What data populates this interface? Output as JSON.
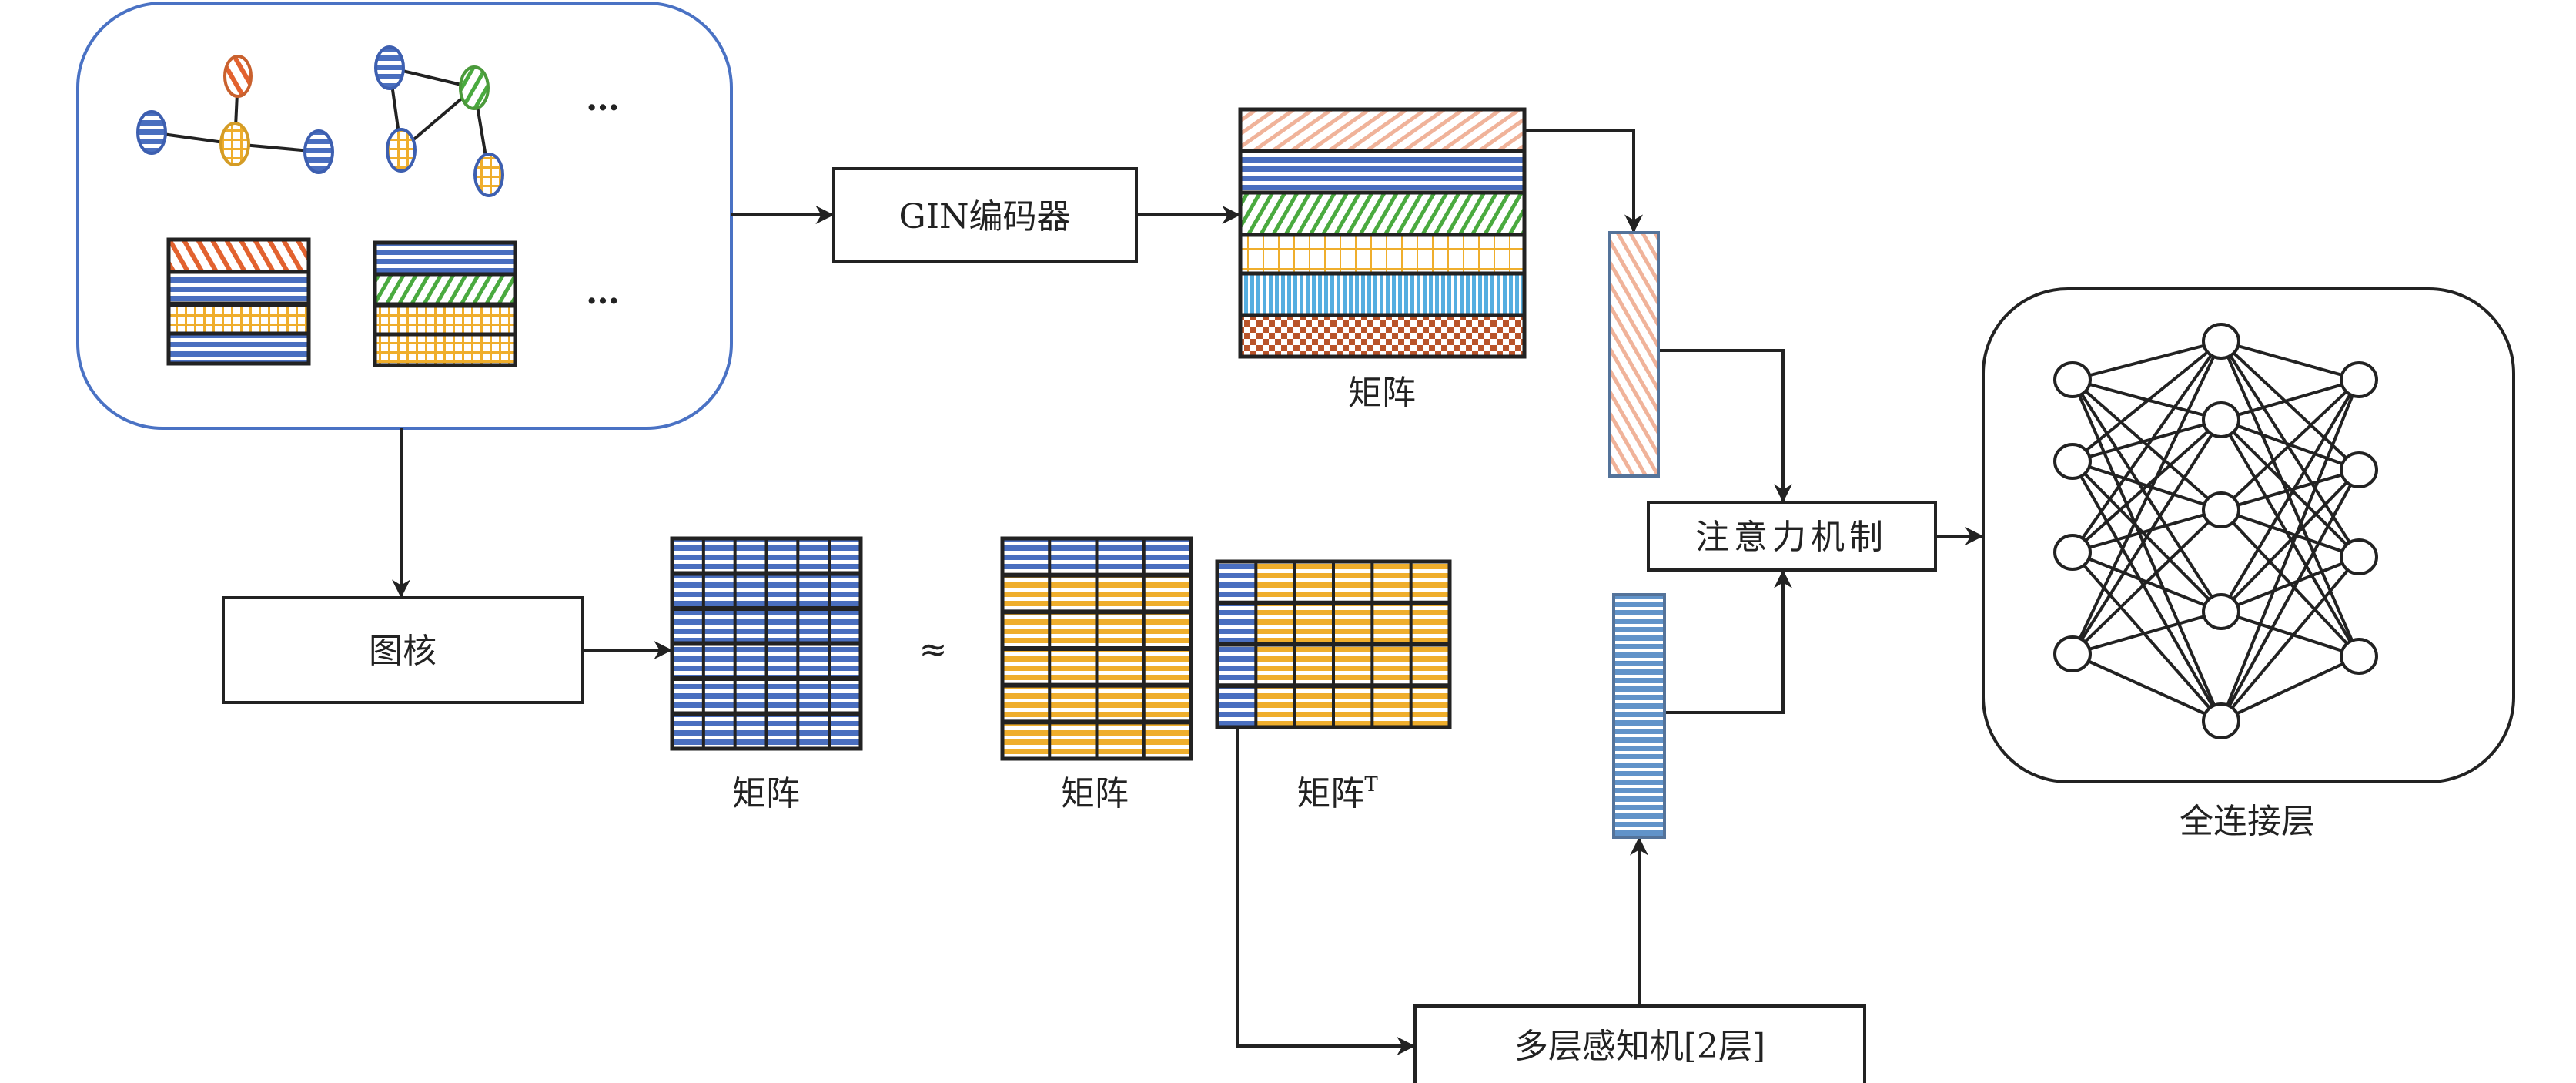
{
  "colors": {
    "blue": "#4a6fbf",
    "blue_light": "#6193c9",
    "yellow": "#efae2c",
    "orange": "#e2622f",
    "salmon": "#f0b39a",
    "green": "#4aaa3f",
    "green_dark": "#3fb04a",
    "sky": "#55aee0",
    "brick": "#b9542a",
    "frame_blue": "#4a72c4",
    "line": "#222222"
  },
  "input_panel": {
    "ellipsis_top": "…",
    "ellipsis_bottom": "…"
  },
  "gin_encoder": {
    "label": "GIN编码器"
  },
  "encoder_matrix": {
    "label": "矩阵"
  },
  "attention": {
    "label": "注意力机制"
  },
  "fully_connected": {
    "label": "全连接层",
    "layers": [
      4,
      5,
      4
    ]
  },
  "graph_kernel": {
    "label": "图核"
  },
  "kernel_matrix": {
    "label": "矩阵"
  },
  "approx_symbol": "≈",
  "factor_matrix": {
    "label": "矩阵"
  },
  "factor_matrix_t": {
    "label": "矩阵",
    "superscript": "T"
  },
  "mlp": {
    "label": "多层感知机[2层]"
  }
}
